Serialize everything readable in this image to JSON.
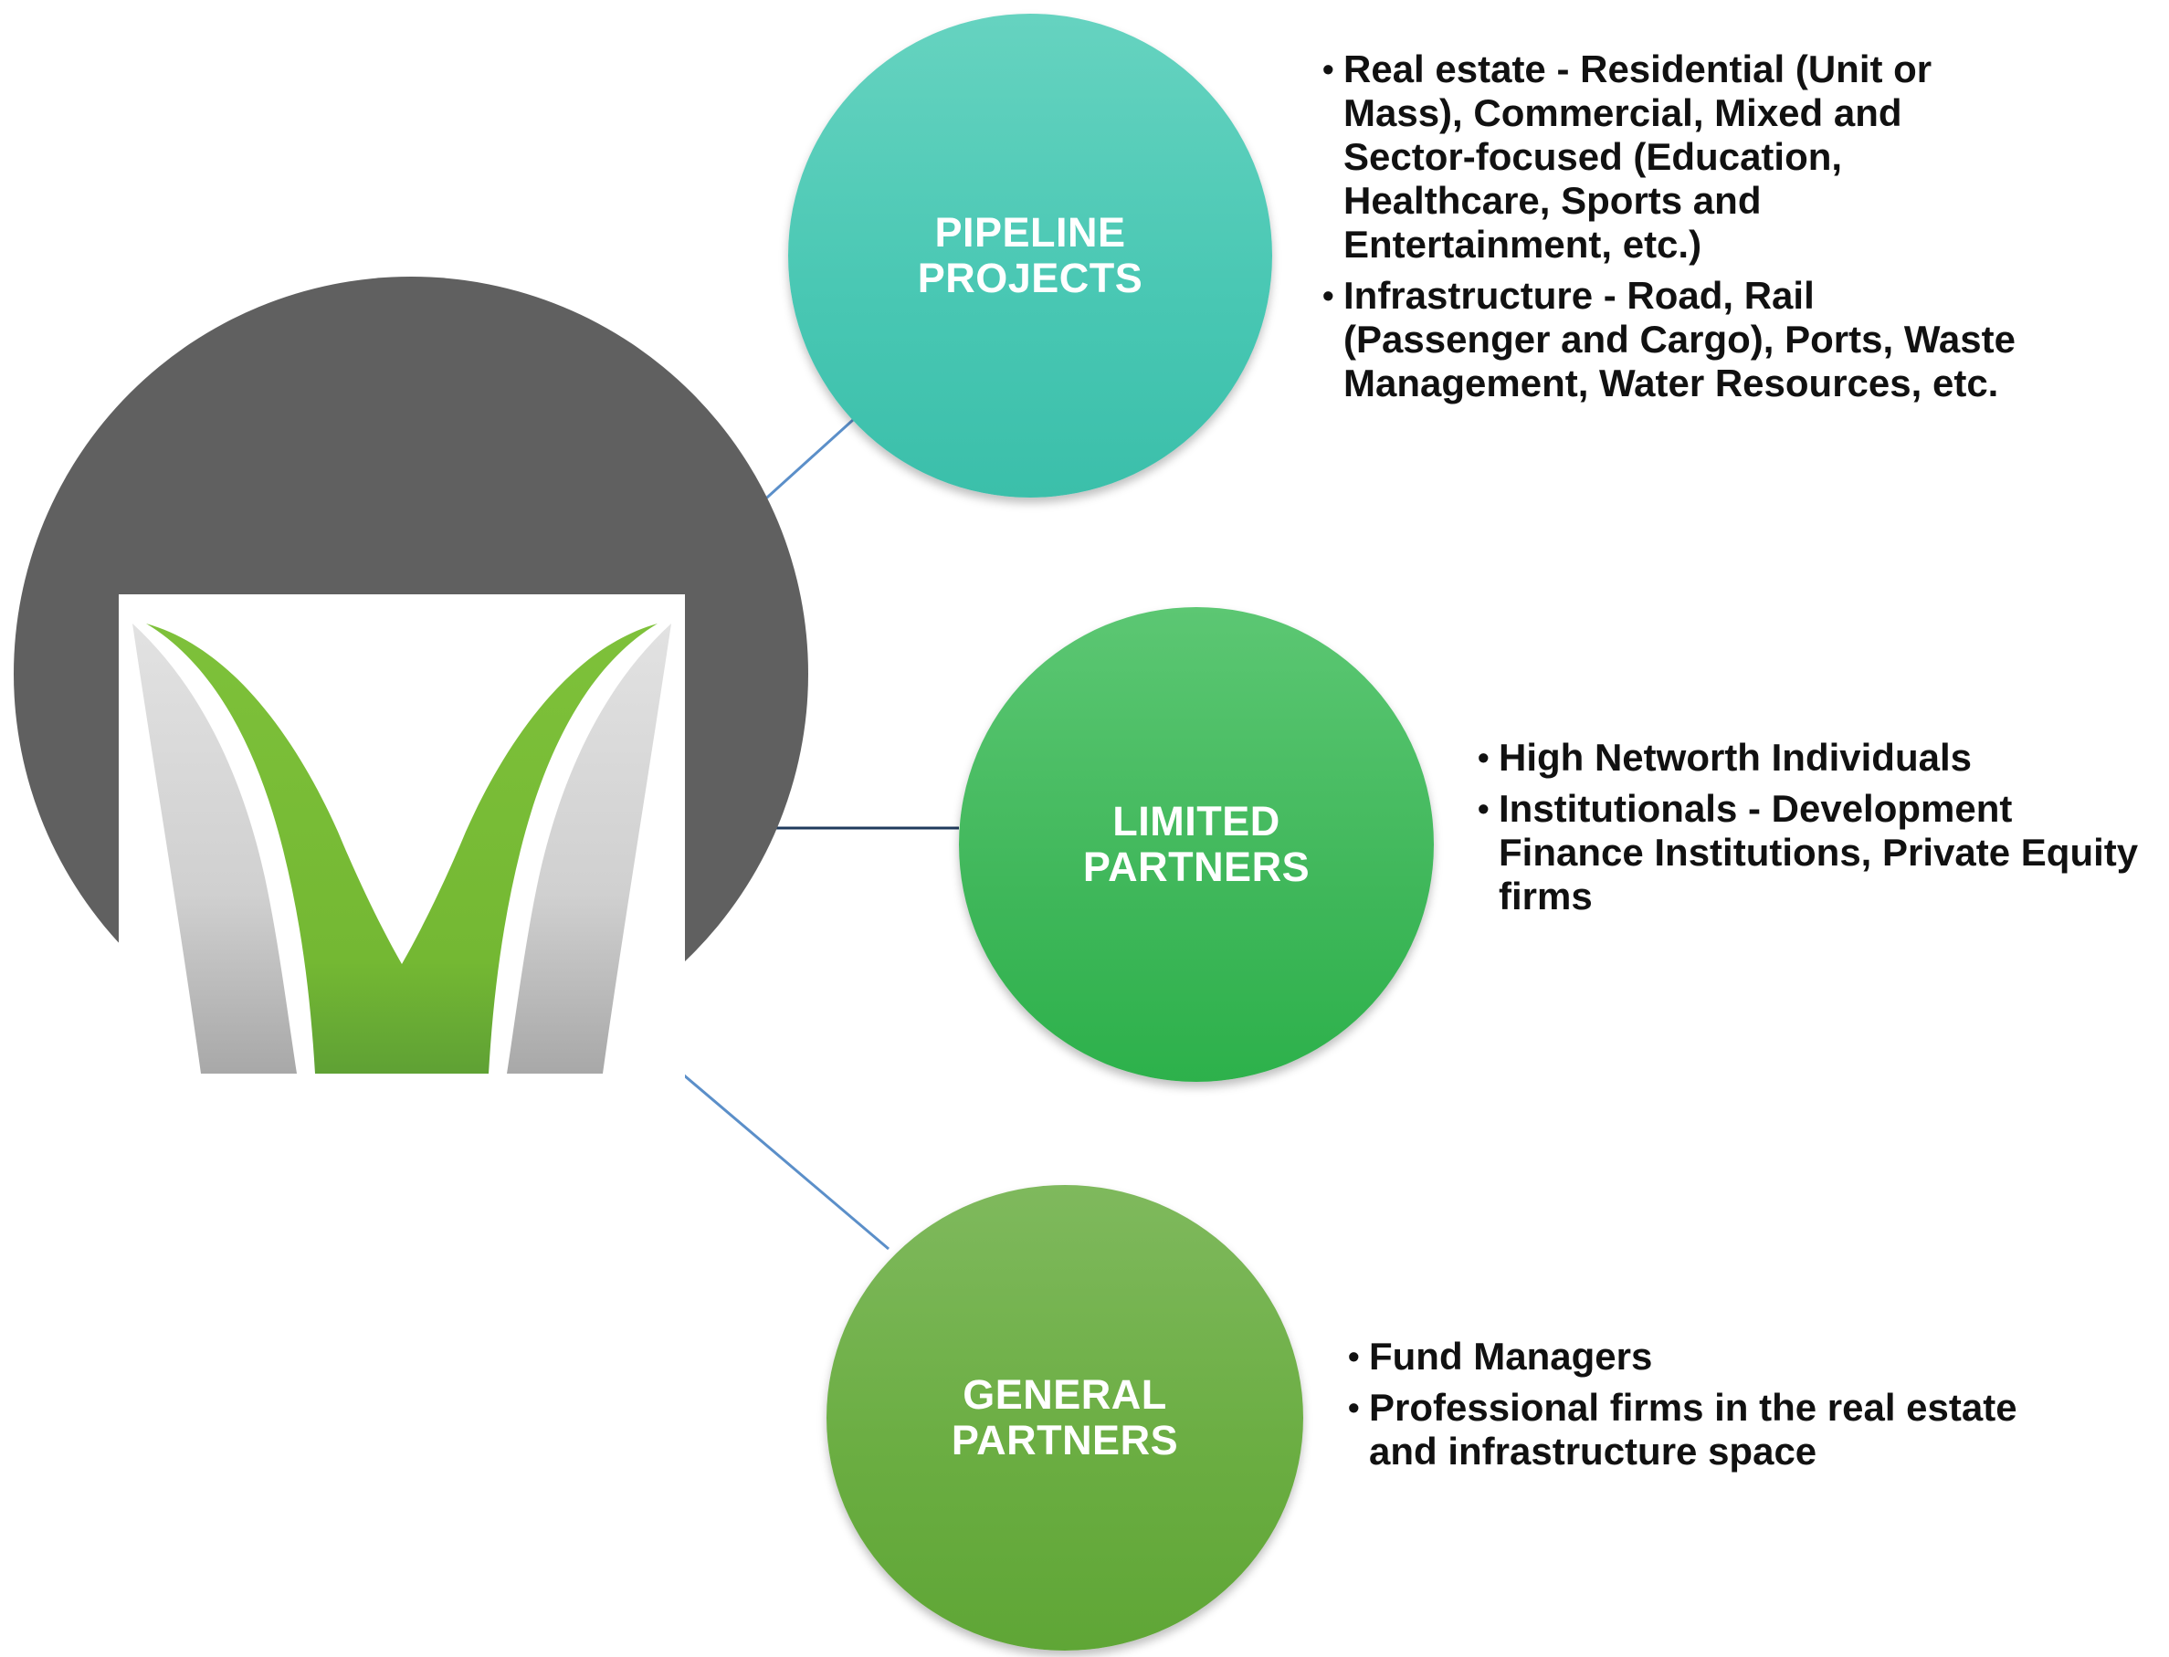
{
  "hub": {
    "logo": "stylized-leaf-v-logo"
  },
  "nodes": [
    {
      "id": "pipeline",
      "label": "PIPELINE PROJECTS",
      "color": "#48c7b3",
      "bullets": [
        "Real estate - Residential (Unit or Mass), Commercial, Mixed and Sector-focused (Education, Healthcare, Sports and Entertainment, etc.)",
        "Infrastructure - Road, Rail (Passenger and Cargo), Ports, Waste Management, Water Resources, etc."
      ]
    },
    {
      "id": "limited",
      "label": "LIMITED PARTNERS",
      "color": "#3fb75a",
      "bullets": [
        "High Networth Individuals",
        "Institutionals - Development Finance Institutions, Private Equity firms"
      ]
    },
    {
      "id": "general",
      "label": "GENERAL PARTNERS",
      "color": "#6aad41",
      "bullets": [
        "Fund Managers",
        "Professional firms in the real estate and infrastructure space"
      ]
    }
  ],
  "colors": {
    "hub": "#606060",
    "connector_pipeline": "#5b8fc9",
    "connector_limited": "#1f3a5c",
    "connector_general": "#5b8fc9",
    "logo_green": "#7ec13a",
    "logo_grey": "#c8c8c8"
  }
}
